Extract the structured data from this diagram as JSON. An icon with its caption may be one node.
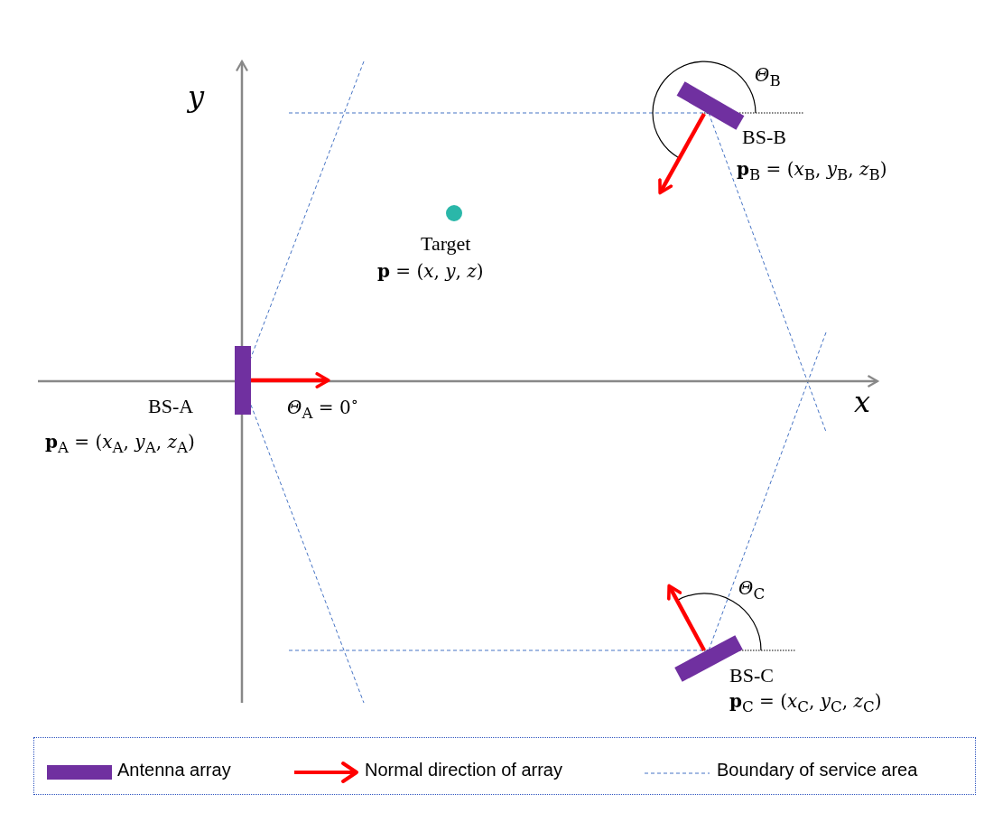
{
  "diagram": {
    "nodes": [
      {
        "text": [],
        "shape": "bar"
      },
      {
        "text": [],
        "shape": "bar"
      },
      {
        "text": [],
        "shape": "bar"
      }
    ],
    "labels": [
      "*Θ*$_{B}$",
      "*y*",
      "BS-B",
      "**p**$_{B}$ = (*x*$_{B}$, *y*$_{B}$, *z*$_{B}$)",
      "Target",
      "**p** = (*x*, *y*, *z*)",
      "BS-A",
      "*Θ*$_{A}$ = 0$^{∘}$",
      "*x*",
      "**p**$_{A}$ = (*x*$_{A}$, *y*$_{A}$, *z*$_{A}$)",
      "*Θ*$_{C}$",
      "BS-C",
      "**p**$_{C}$ = (*x*$_{C}$, *y*$_{C}$, *z*$_{C}$)"
    ],
    "legend": [
      {
        "text": "Antenna array",
        "color": "#7030a0"
      },
      {
        "text": "Normal direction of array"
      },
      {
        "text": "Boundary of service area"
      }
    ]
  }
}
